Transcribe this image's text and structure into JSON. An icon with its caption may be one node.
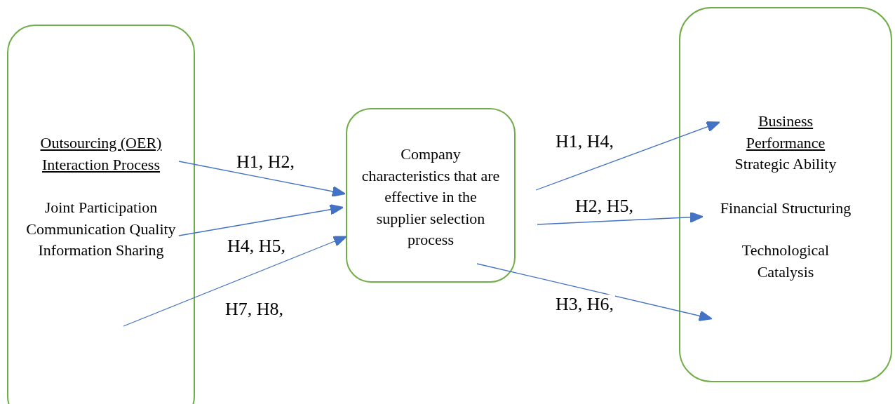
{
  "diagram": {
    "nodes": [
      {
        "text": [
          "Outsourcing (OER) Interaction Process",
          "Joint Participation Communication Quality Information Sharing"
        ]
      },
      {
        "text": [
          "Company characteristics that are effective in the supplier selection process"
        ]
      },
      {
        "text": [
          "Business Performance",
          "Strategic Ability",
          "Financial Structuring",
          "Technological Catalysis"
        ]
      }
    ],
    "edges": [
      {
        "from": 0,
        "to": 1,
        "arrow": "to",
        "label": "H1, H2,"
      },
      {
        "from": 0,
        "to": 1,
        "arrow": "to",
        "label": "H4, H5,"
      },
      {
        "from": 0,
        "to": 1,
        "arrow": "to",
        "label": "H7, H8,"
      },
      {
        "from": 1,
        "to": 2,
        "arrow": "to",
        "label": "H1, H4,"
      },
      {
        "from": 1,
        "to": 2,
        "arrow": "to",
        "label": "H2, H5,"
      },
      {
        "from": 1,
        "to": 2,
        "arrow": "to",
        "label": "H3, H6,"
      }
    ]
  }
}
